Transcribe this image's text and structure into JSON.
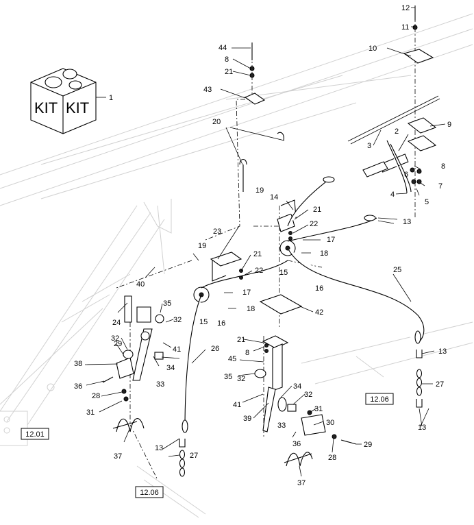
{
  "kit_box": {
    "word_left": "KIT",
    "word_right": "KIT"
  },
  "callouts": {
    "c1": "1",
    "c2": "2",
    "c3": "3",
    "c4": "4",
    "c5": "5",
    "c6": "6",
    "c7": "7",
    "c8a": "8",
    "c8b": "8",
    "c8c": "8",
    "c9": "9",
    "c10": "10",
    "c11": "11",
    "c12": "12",
    "c13a": "13",
    "c13b": "13",
    "c13c": "13",
    "c13d": "13",
    "c14": "14",
    "c15a": "15",
    "c15b": "15",
    "c16a": "16",
    "c16b": "16",
    "c17a": "17",
    "c17b": "17",
    "c18a": "18",
    "c18b": "18",
    "c19a": "19",
    "c19b": "19",
    "c20": "20",
    "c21a": "21",
    "c21b": "21",
    "c21c": "21",
    "c21d": "21",
    "c22a": "22",
    "c22b": "22",
    "c23": "23",
    "c24": "24",
    "c25": "25",
    "c26": "26",
    "c27a": "27",
    "c27b": "27",
    "c28a": "28",
    "c28b": "28",
    "c29a": "29",
    "c29b": "29",
    "c30": "30",
    "c31a": "31",
    "c31b": "31",
    "c32a": "32",
    "c32b": "32",
    "c32c": "32",
    "c32d": "32",
    "c33a": "33",
    "c33b": "33",
    "c34a": "34",
    "c34b": "34",
    "c35a": "35",
    "c35b": "35",
    "c36a": "36",
    "c36b": "36",
    "c37a": "37",
    "c37b": "37",
    "c38": "38",
    "c39": "39",
    "c40": "40",
    "c41a": "41",
    "c41b": "41",
    "c42": "42",
    "c43": "43",
    "c44": "44",
    "c45": "45"
  },
  "references": {
    "r1": "12.01",
    "r2": "12.06",
    "r3": "12.06"
  },
  "colors": {
    "line": "#000000",
    "ghost": "#d0d0d0",
    "background": "#ffffff"
  }
}
